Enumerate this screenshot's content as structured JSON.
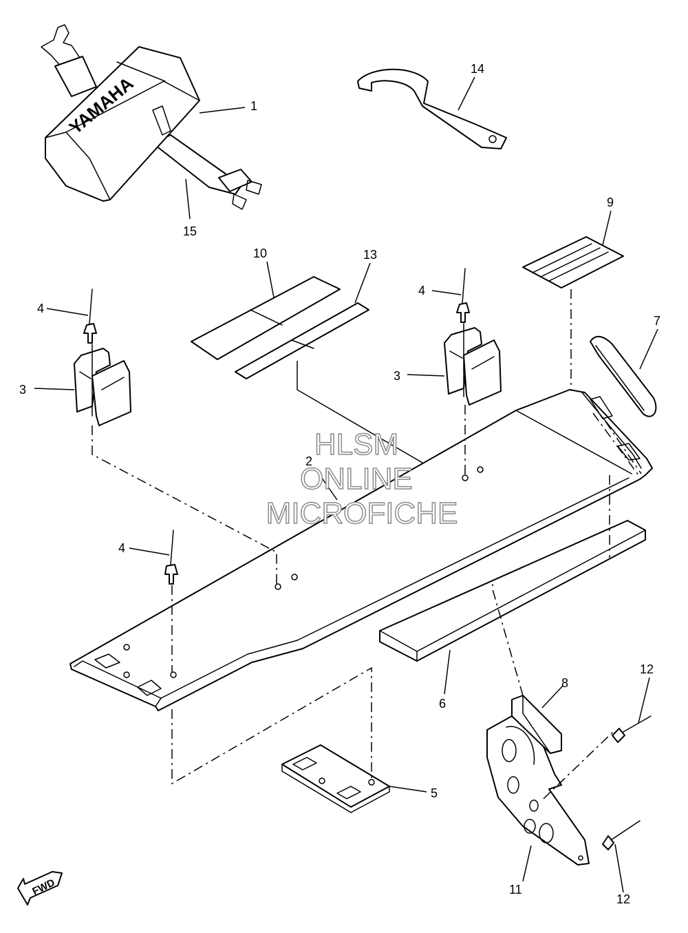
{
  "brand_text": "YAMAHA",
  "fwd_label": "FWD",
  "watermark": {
    "line1": "HLSM",
    "line2": "ONLINE",
    "line3": "MICROFICHE"
  },
  "callouts": {
    "c1": "1",
    "c2": "2",
    "c3a": "3",
    "c3b": "3",
    "c4a": "4",
    "c4b": "4",
    "c4c": "4",
    "c5": "5",
    "c6": "6",
    "c7": "7",
    "c8": "8",
    "c9": "9",
    "c10": "10",
    "c11": "11",
    "c12a": "12",
    "c12b": "12",
    "c13": "13",
    "c14": "14",
    "c15": "15"
  }
}
